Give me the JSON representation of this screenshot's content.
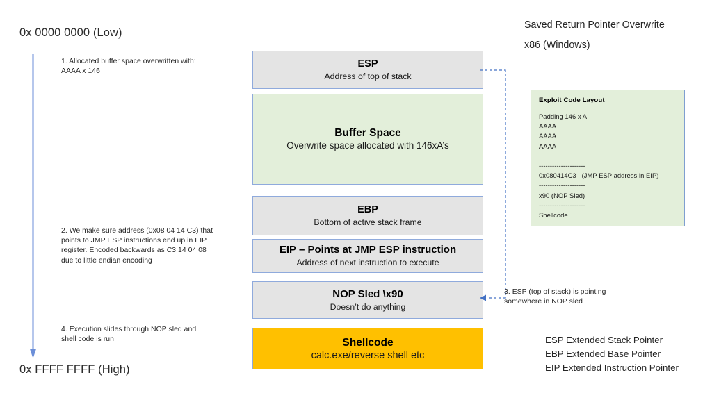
{
  "slide": {
    "title_line_1": "Saved Return Pointer Overwrite",
    "title_line_2": "x86 (Windows)"
  },
  "memory_axis": {
    "low_label": "0x 0000 0000 (Low)",
    "high_label": "0x FFFF FFFF (High)",
    "arrow_color": "#6C8FD8",
    "direction": "down"
  },
  "annotations": [
    {
      "id": "step-1",
      "text": "1. Allocated buffer space overwritten  with: AAAA x 146"
    },
    {
      "id": "step-2",
      "text": "2. We make sure address (0x08 04 14 C3) that points to JMP ESP instructions end up in EIP register. Encoded backwards as C3 14 04 08 due to little endian encoding"
    },
    {
      "id": "step-3",
      "text": "3. ESP (top of stack) is pointing somewhere in NOP sled"
    },
    {
      "id": "step-4",
      "text": "4. Execution slides through NOP sled and shell code is run"
    }
  ],
  "stack_boxes": [
    {
      "id": "esp",
      "title": "ESP",
      "subtitle": "Address of top of stack",
      "fill": "#E4E4E4"
    },
    {
      "id": "buffer",
      "title": "Buffer Space",
      "subtitle": "Overwrite space allocated with 146xA’s",
      "fill": "#E3EFDA"
    },
    {
      "id": "ebp",
      "title": "EBP",
      "subtitle": "Bottom of active stack frame",
      "fill": "#E4E4E4"
    },
    {
      "id": "eip",
      "title": "EIP – Points at JMP ESP instruction",
      "subtitle": "Address of  next instruction to execute",
      "fill": "#E4E4E4"
    },
    {
      "id": "nop",
      "title": "NOP Sled \\x90",
      "subtitle": "Doesn’t do anything",
      "fill": "#E4E4E4"
    },
    {
      "id": "shellcode",
      "title": "Shellcode",
      "subtitle": "calc.exe/reverse shell etc",
      "fill": "#FFC000"
    }
  ],
  "exploit_panel": {
    "heading": "Exploit Code Layout",
    "lines": [
      "Padding 146 x A",
      "AAAA",
      "AAAA",
      "AAAA",
      "…",
      "---------------------",
      "0x080414C3   (JMP ESP address in EIP)",
      "---------------------",
      "x90 (NOP Sled)",
      "---------------------",
      "Shellcode"
    ],
    "fill": "#E3EFDA",
    "border": "#7F9FD0"
  },
  "register_legend": [
    "ESP Extended Stack Pointer",
    "EBP Extended Base Pointer",
    "EIP Extended Instruction Pointer"
  ],
  "connector": {
    "from": "esp",
    "to": "nop",
    "style": "dashed",
    "color": "#4472C4"
  }
}
